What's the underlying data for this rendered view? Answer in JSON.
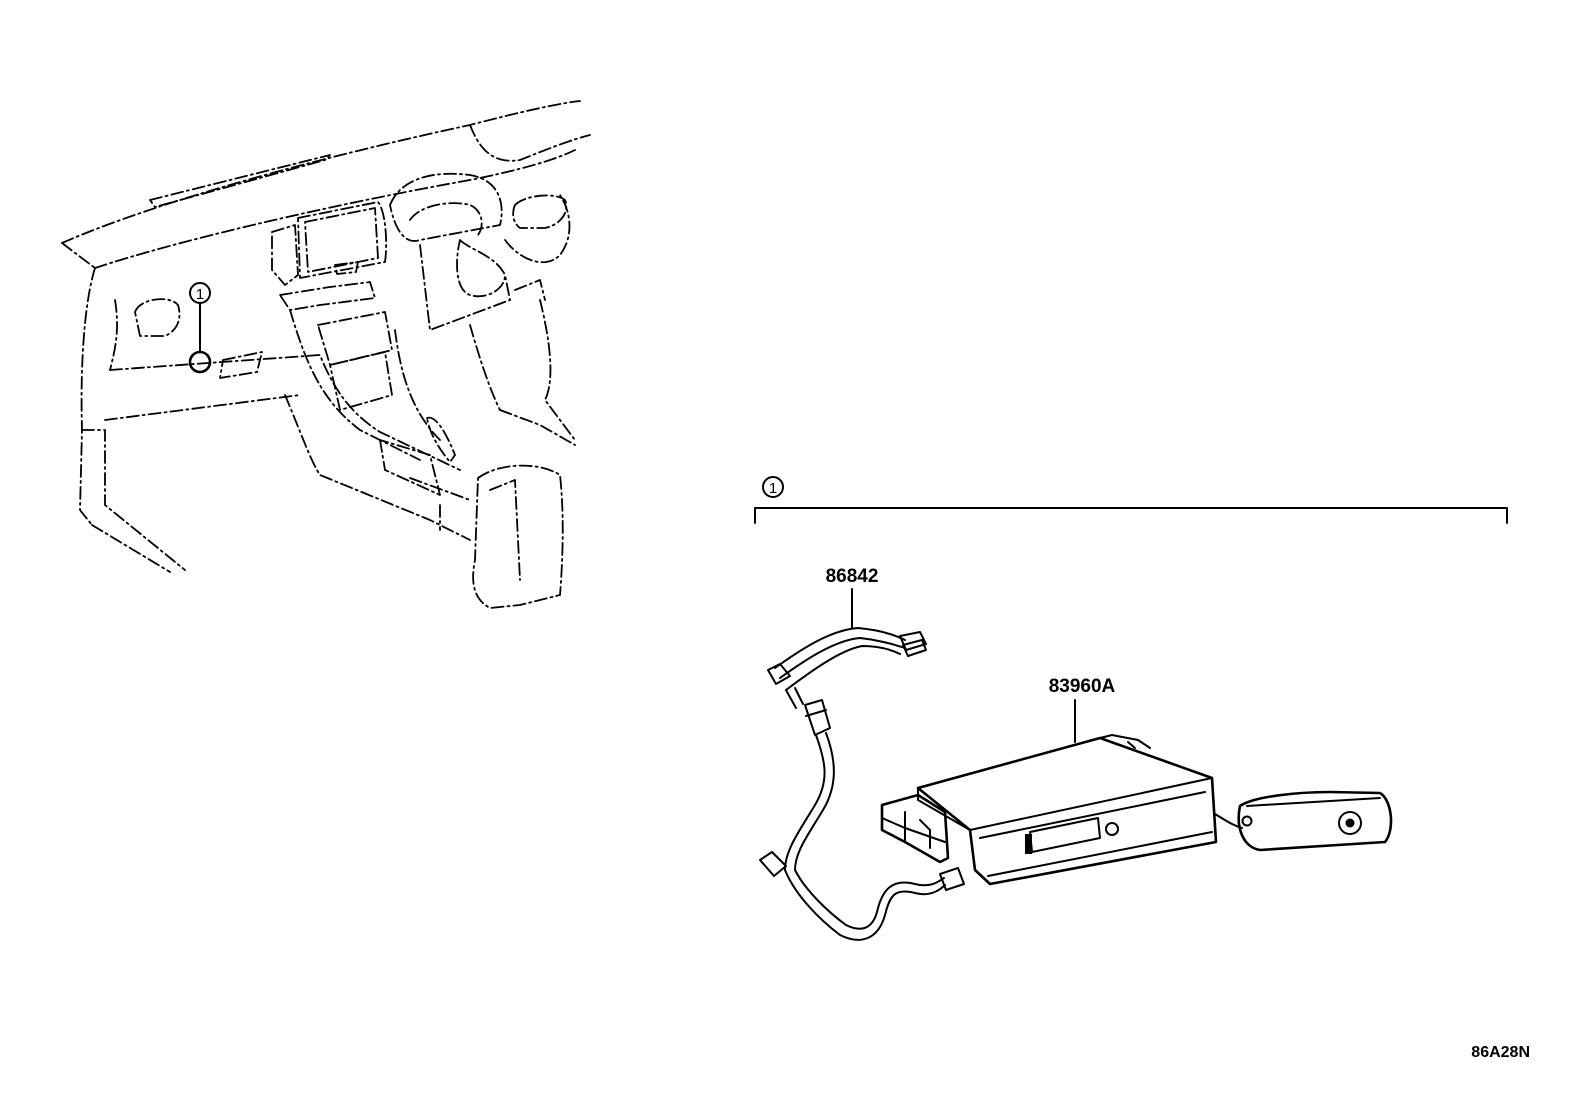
{
  "callouts": [
    {
      "id": "c1-dash",
      "label": "1"
    },
    {
      "id": "c1-group",
      "label": "1"
    }
  ],
  "parts": [
    {
      "label": "86842",
      "description_hidden": true
    },
    {
      "label": "83960A",
      "description_hidden": true
    }
  ],
  "diagram_code": "86A28N"
}
